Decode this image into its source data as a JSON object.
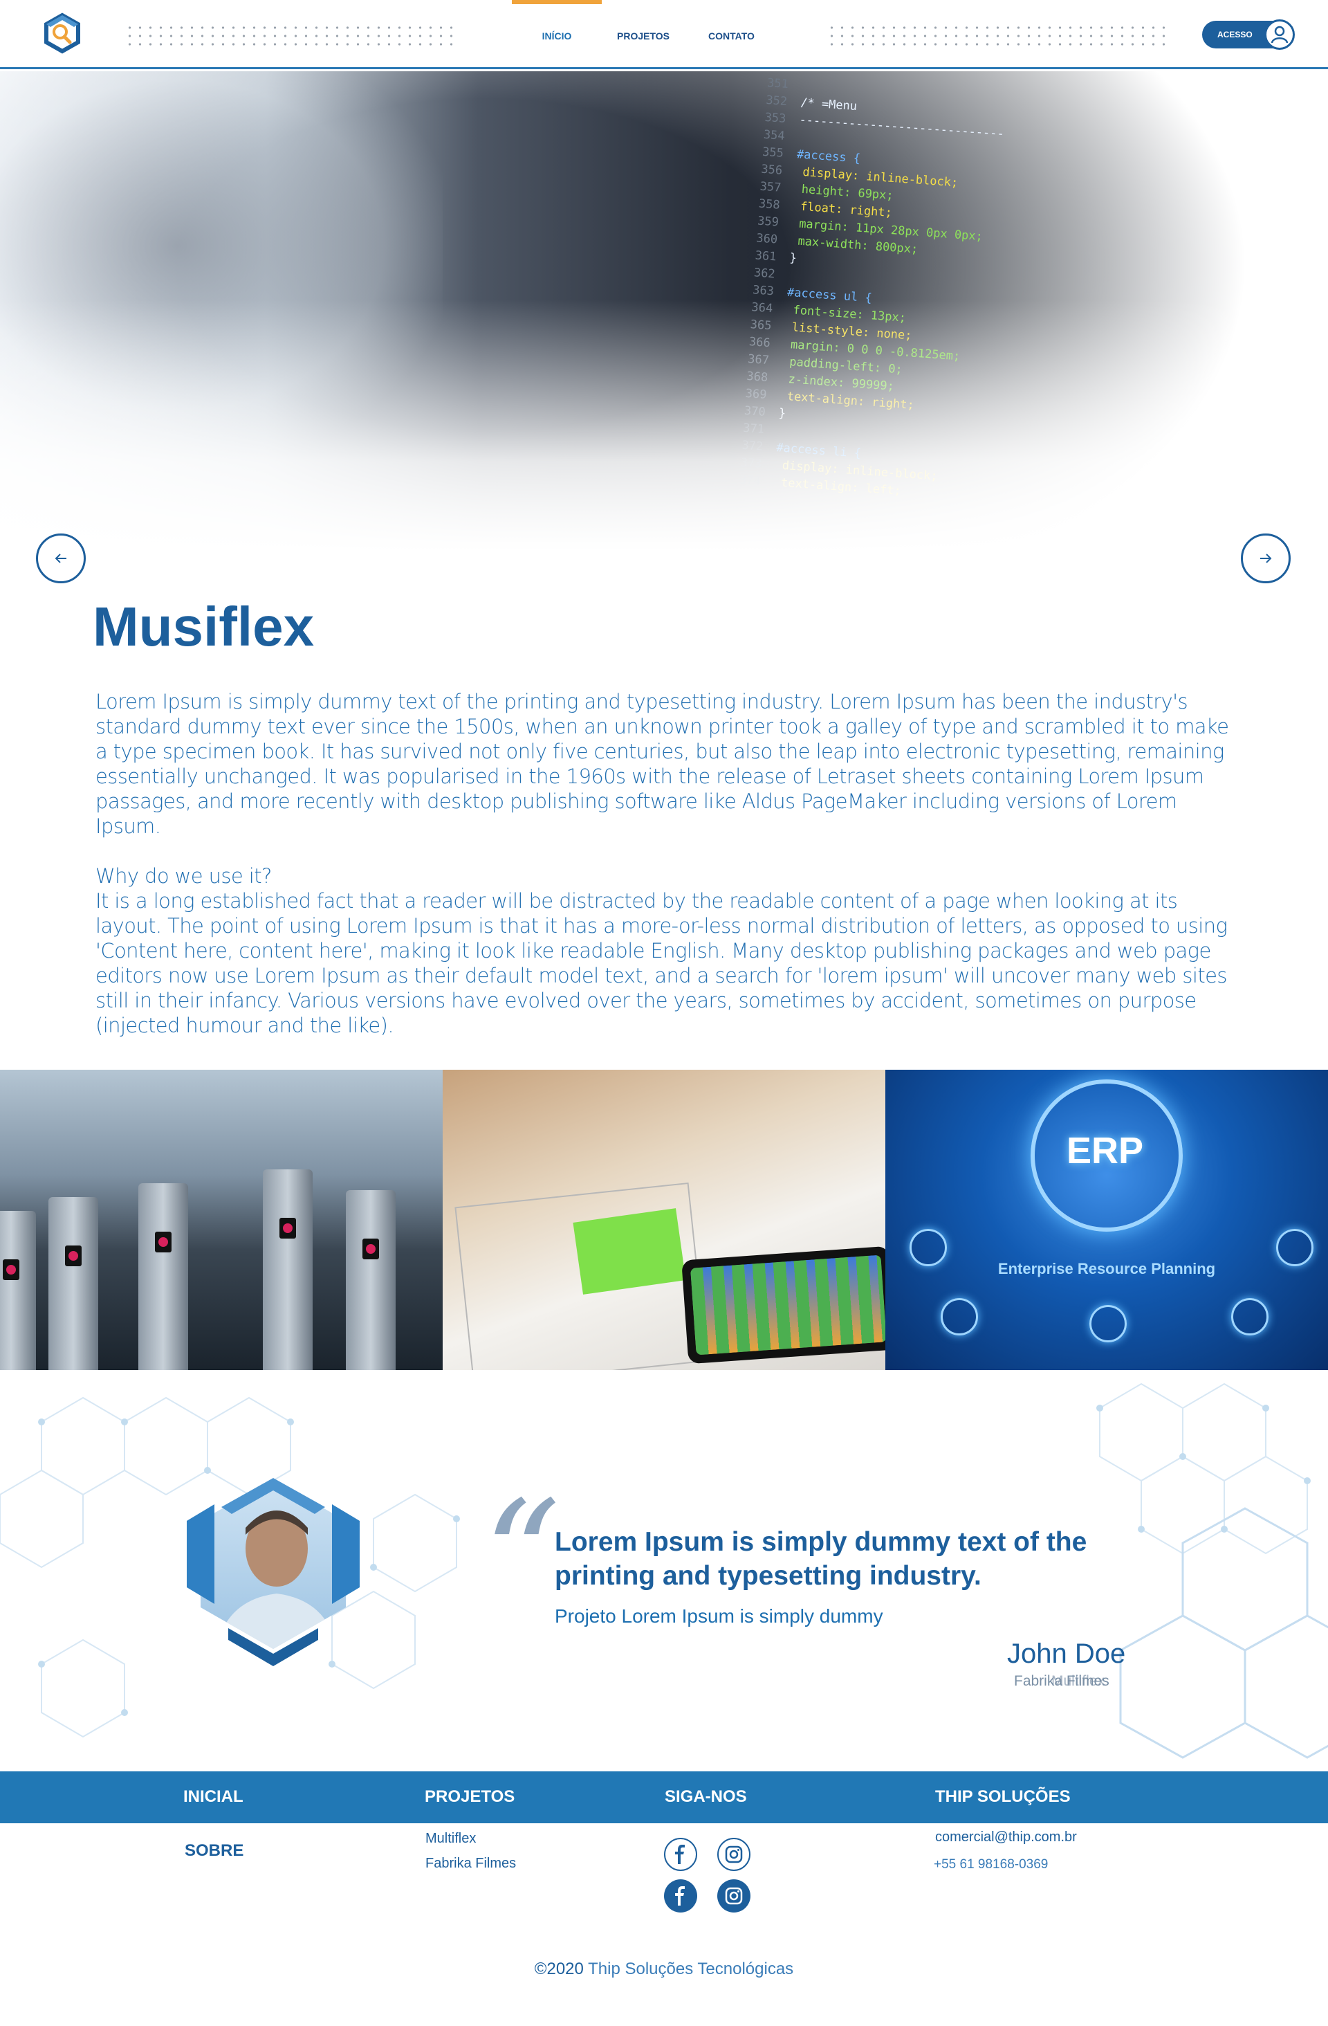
{
  "header": {
    "nav": [
      {
        "label": "INÍCIO",
        "active": true
      },
      {
        "label": "PROJETOS",
        "active": false
      },
      {
        "label": "CONTATO",
        "active": false
      }
    ],
    "access_button": "ACESSO",
    "logo_icon": "gear-search-logo-icon",
    "avatar_icon": "user-icon"
  },
  "hero": {
    "code_lines": [
      {
        "n": "351",
        "t": ""
      },
      {
        "n": "352",
        "t": "/* =Menu"
      },
      {
        "n": "353",
        "t": "-----------------------------"
      },
      {
        "n": "354",
        "t": ""
      },
      {
        "n": "355",
        "t": "#access {"
      },
      {
        "n": "356",
        "t": "    display: inline-block;"
      },
      {
        "n": "357",
        "t": "    height: 69px;"
      },
      {
        "n": "358",
        "t": "    float: right;"
      },
      {
        "n": "359",
        "t": "    margin: 11px 28px 0px 0px;"
      },
      {
        "n": "360",
        "t": "    max-width: 800px;"
      },
      {
        "n": "361",
        "t": "}"
      },
      {
        "n": "362",
        "t": ""
      },
      {
        "n": "363",
        "t": "#access ul {"
      },
      {
        "n": "364",
        "t": "    font-size: 13px;"
      },
      {
        "n": "365",
        "t": "    list-style: none;"
      },
      {
        "n": "366",
        "t": "    margin: 0 0 0 -0.8125em;"
      },
      {
        "n": "367",
        "t": "    padding-left: 0;"
      },
      {
        "n": "368",
        "t": "    z-index: 99999;"
      },
      {
        "n": "369",
        "t": "    text-align: right;"
      },
      {
        "n": "370",
        "t": "}"
      },
      {
        "n": "371",
        "t": ""
      },
      {
        "n": "372",
        "t": "#access li {"
      },
      {
        "n": "373",
        "t": "    display: inline-block;"
      },
      {
        "n": "374",
        "t": "    text-align: left;"
      }
    ],
    "prev_icon": "arrow-left-icon",
    "next_icon": "arrow-right-icon",
    "title": "Musiflex",
    "paragraphs": [
      "Lorem Ipsum is simply dummy text of the printing and typesetting industry. Lorem Ipsum has been the industry's standard dummy text ever since the 1500s, when an unknown printer took a galley of type and scrambled it to make a type specimen book. It has survived not only five centuries, but also the leap into electronic typesetting, remaining essentially unchanged. It was popularised in the 1960s with the release of Letraset sheets containing Lorem Ipsum passages, and more recently with desktop publishing software like Aldus PageMaker including versions of Lorem Ipsum.",
      "Why do we use it?",
      "It is a long established fact that a reader will be distracted by the readable content of a page when looking at its layout. The point of using Lorem Ipsum is that it has a more-or-less normal distribution of letters, as opposed to using 'Content here, content here', making it look like readable English. Many desktop publishing packages and web page editors now use Lorem Ipsum as their default model text, and a search for 'lorem ipsum' will uncover many web sites still in their infancy. Various versions have evolved over the years, sometimes by accident, sometimes on purpose (injected humour and the like)."
    ]
  },
  "gallery": {
    "erp_title": "ERP",
    "erp_subtitle": "Enterprise Resource Planning"
  },
  "testimonial": {
    "quote": "Lorem Ipsum is simply dummy text of the printing and typesetting industry.",
    "subtitle": "Projeto Lorem Ipsum is simply dummy",
    "author": "John Doe",
    "company": "Fabrika Filmes",
    "company_overlap": "Multiflex"
  },
  "footer": {
    "col1": {
      "heading": "INICIAL",
      "link": "SOBRE"
    },
    "col2": {
      "heading": "PROJETOS",
      "links": [
        "Multiflex",
        "Fabrika Filmes"
      ]
    },
    "col3": {
      "heading": "SIGA-NOS",
      "icons": [
        "facebook-icon",
        "instagram-icon",
        "facebook-icon",
        "instagram-icon"
      ]
    },
    "col4": {
      "heading": "THIP SOLUÇÕES",
      "email": "comercial@thip.com.br",
      "phone": "+55 61 98168-0369"
    },
    "copyright": "©2020",
    "copyright_rest": "Thip Soluções Tecnológicas"
  },
  "colors": {
    "brand": "#1d5f9c",
    "accent": "#f0a33b",
    "footer_bar": "#2178b5"
  }
}
